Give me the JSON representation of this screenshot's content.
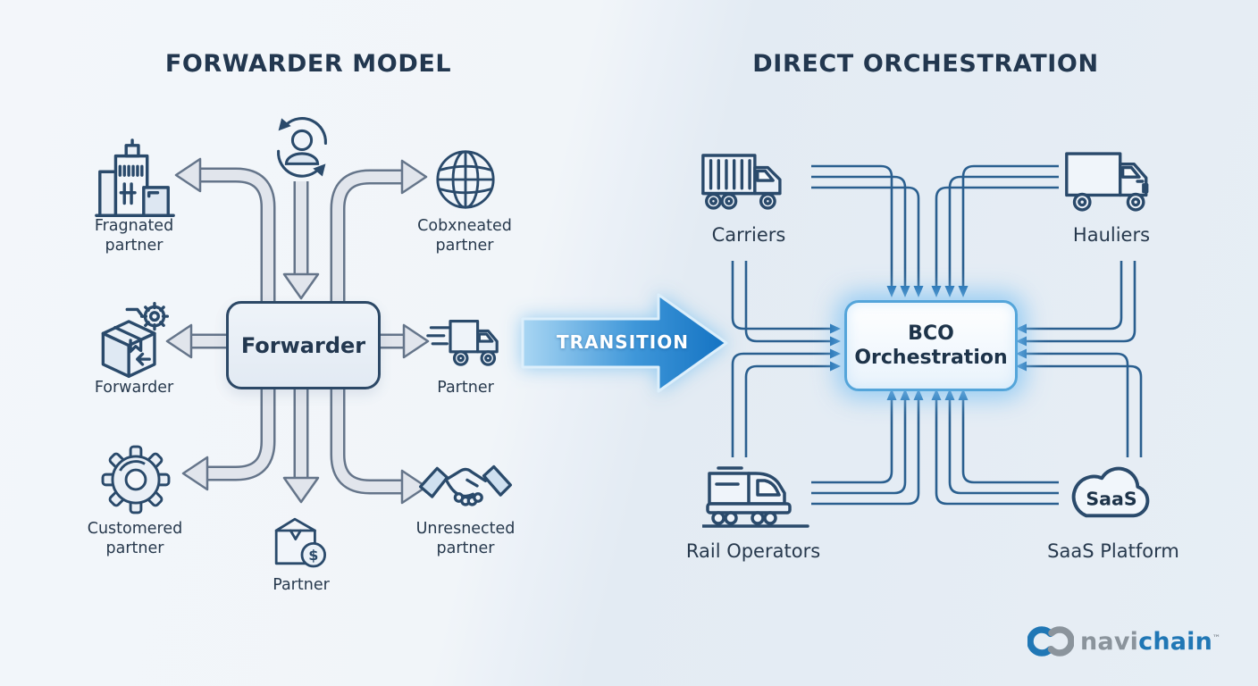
{
  "left_panel": {
    "title": "FORWARDER MODEL",
    "hub_label": "Forwarder",
    "labels": {
      "fragnated": "Fragnated\npartner",
      "connected": "Cobxneated\npartner",
      "forwarder_icon": "Forwarder",
      "partner_truck": "Partner",
      "customered": "Customered\npartner",
      "partner_box": "Partner",
      "unresnected": "Unresnected\npartner"
    },
    "dollar_sign": "$"
  },
  "transition": {
    "label": "TRANSITION"
  },
  "right_panel": {
    "title": "DIRECT ORCHESTRATION",
    "hub_label": "BCO\nOrchestration",
    "labels": {
      "carriers": "Carriers",
      "hauliers": "Hauliers",
      "rail": "Rail Operators",
      "saas_platform": "SaaS Platform",
      "saas_cloud": "SaaS"
    }
  },
  "logo": {
    "navi": "navi",
    "chain": "chain",
    "tm": "™"
  },
  "colors": {
    "title_navy": "#22374f",
    "icon_stroke": "#2a4a6b",
    "pipe_fill": "#e1e5ec",
    "pipe_outline": "#65758a",
    "connector_blue": "#2a5f8f",
    "arrowhead_blue": "#1565a8",
    "transition_blue": "#1778c8",
    "bco_border": "#54a5da",
    "bg_left": "#f1f4f8",
    "bg_right": "#e5ecf3"
  }
}
